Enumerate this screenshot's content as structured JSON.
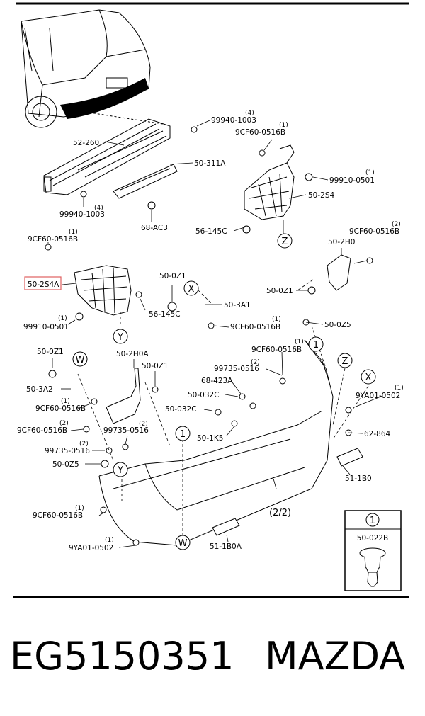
{
  "diagram": {
    "labels": {
      "l_52260": "52-260",
      "l_99940_top": "99940-1003",
      "q_99940_top": "(4)",
      "l_9cf_top": "9CF60-0516B",
      "q_9cf_top": "(1)",
      "l_50311a": "50-311A",
      "l_99910_r": "99910-0501",
      "q_99910_r": "(1)",
      "l_502s4": "50-2S4",
      "l_99940_bot": "99940-1003",
      "q_99940_bot": "(4)",
      "l_68ac3": "68-AC3",
      "l_56145c_r": "56-145C",
      "l_9cf_left": "9CF60-0516B",
      "q_9cf_left": "(1)",
      "l_9cf_right": "9CF60-0516B",
      "q_9cf_right": "(2)",
      "l_502h0": "50-2H0",
      "l_502s4a": "50-2S4A",
      "l_99910_l": "99910-0501",
      "q_99910_l": "(1)",
      "l_56145c_l": "56-145C",
      "l_500z1_a": "50-0Z1",
      "l_503a1": "50-3A1",
      "l_9cf_mid": "9CF60-0516B",
      "q_9cf_mid": "(1)",
      "l_500z1_b": "50-0Z1",
      "l_500z5_r": "50-0Z5",
      "l_500z1_c": "50-0Z1",
      "l_502h0a": "50-2H0A",
      "l_500z1_d": "50-0Z1",
      "l_9cf_c": "9CF60-0516B",
      "q_9cf_c": "(1)",
      "l_99735_a": "99735-0516",
      "q_99735_a": "(2)",
      "l_68423a": "68-423A",
      "l_50032c_a": "50-032C",
      "l_50032c_b": "50-032C",
      "l_9ya_r": "9YA01-0502",
      "q_9ya_r": "(1)",
      "l_62864": "62-864",
      "l_503a2": "50-3A2",
      "l_9cf_d": "9CF60-0516B",
      "q_9cf_d": "(1)",
      "l_9cf_e": "9CF60-0516B",
      "q_9cf_e": "(2)",
      "l_99735_b": "99735-0516",
      "q_99735_b": "(2)",
      "l_99735_c": "99735-0516",
      "q_99735_c": "(2)",
      "l_500z5_l": "50-0Z5",
      "l_501k5": "50-1K5",
      "l_511b0": "51-1B0",
      "l_9cf_f": "9CF60-0516B",
      "q_9cf_f": "(1)",
      "l_9ya_l": "9YA01-0502",
      "q_9ya_l": "(1)",
      "l_511b0a": "51-1B0A",
      "l_page": "(2/2)"
    },
    "callouts": {
      "x": "X",
      "y": "Y",
      "z": "Z",
      "w": "W",
      "one": "1"
    },
    "legend": {
      "index": "1",
      "part": "50-022B"
    },
    "highlight_color": "#e06060"
  },
  "footer": {
    "part_number": "EG5150351",
    "brand": "MAZDA"
  }
}
